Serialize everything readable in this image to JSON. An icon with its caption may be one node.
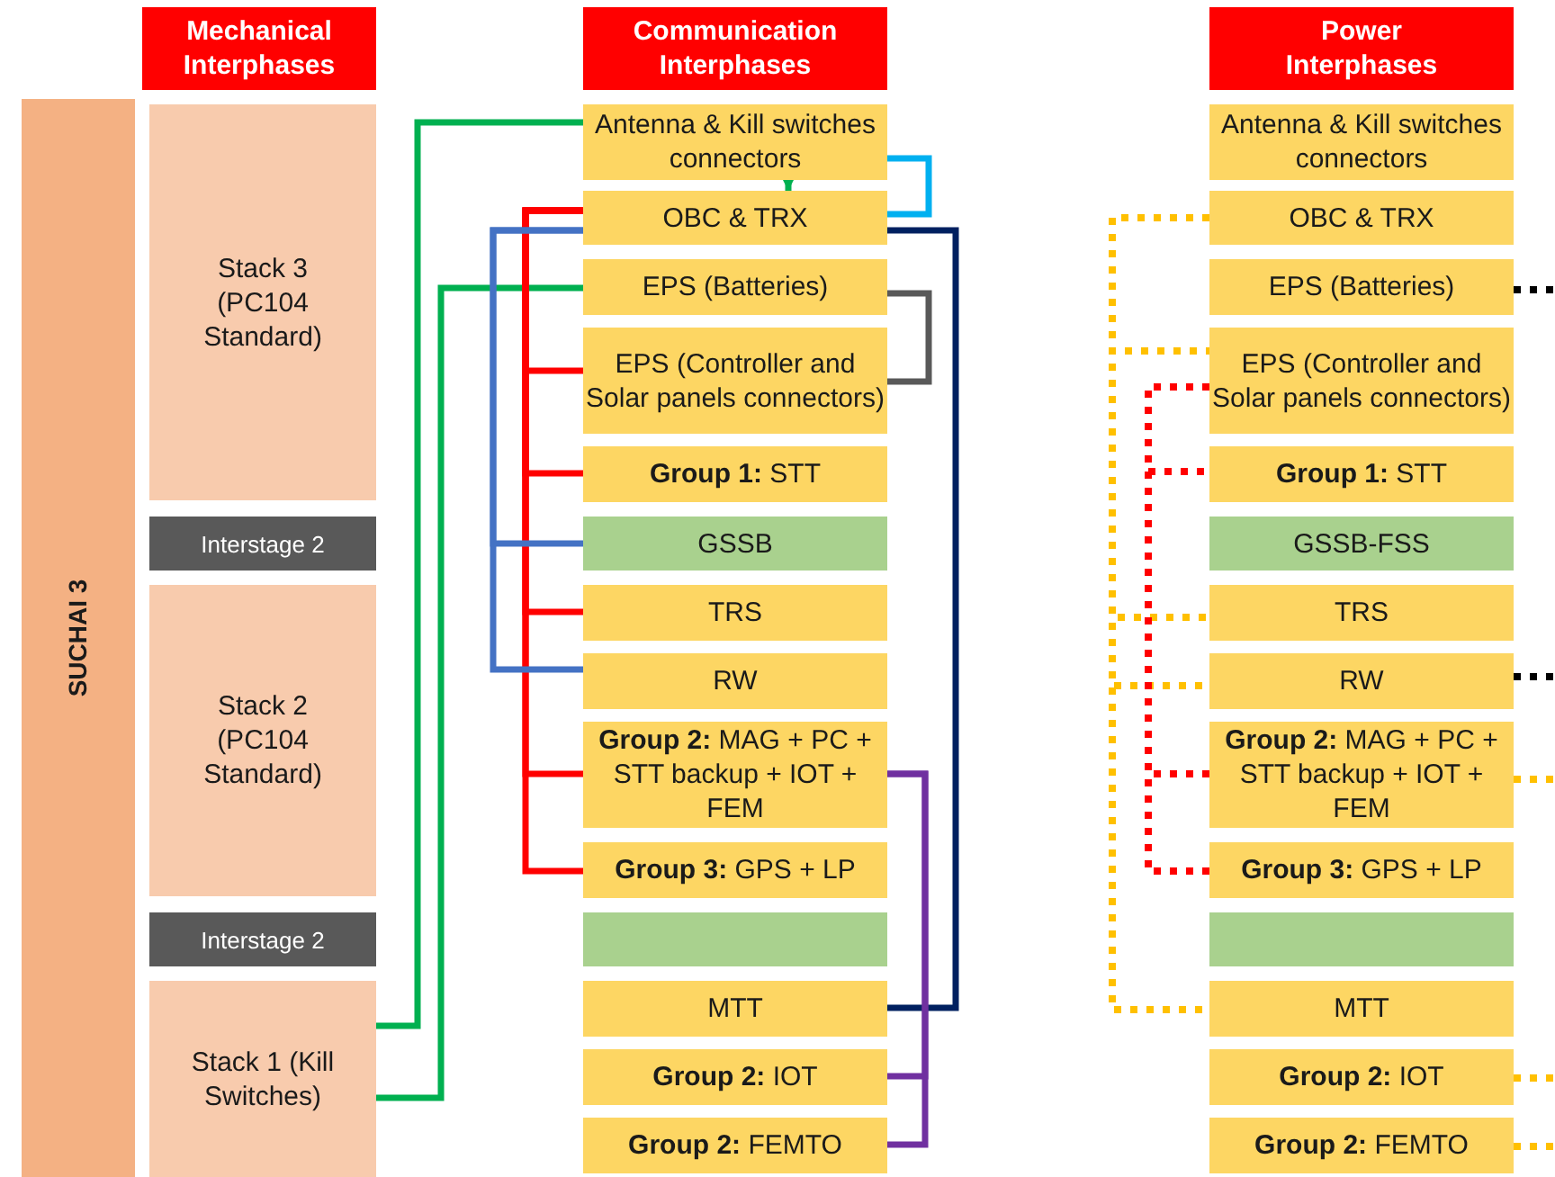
{
  "diagram": {
    "nodes": [
      {
        "text": [
          "Mechanical Interphases"
        ]
      },
      {
        "text": [
          "Communication Interphases"
        ]
      },
      {
        "text": [
          "Power Interphases"
        ]
      },
      {
        "text": [
          "SUCHAI 3"
        ]
      },
      {
        "text": [
          "Stack 3 (PC104 Standard)"
        ]
      },
      {
        "text": [
          "Interstage 2"
        ]
      },
      {
        "text": [
          "Stack 2 (PC104 Standard)"
        ]
      },
      {
        "text": [
          "Interstage 2"
        ]
      },
      {
        "text": [
          "Stack 1 (Kill Switches)"
        ]
      },
      {
        "text": [
          "Antenna & Kill switches connectors"
        ]
      },
      {
        "text": [
          "OBC & TRX"
        ]
      },
      {
        "text": [
          "EPS (Batteries)"
        ]
      },
      {
        "text": [
          "EPS (Controller and Solar panels connectors)"
        ]
      },
      {
        "text": [
          "**Group 1:** STT"
        ]
      },
      {
        "text": [
          "GSSB"
        ]
      },
      {
        "text": [
          "TRS"
        ]
      },
      {
        "text": [
          "RW"
        ]
      },
      {
        "text": [
          "**Group 2:** MAG + PC + STT backup + IOT + FEM"
        ]
      },
      {
        "text": [
          "**Group 3:** GPS + LP"
        ]
      },
      {
        "text": [],
        "shape": "bar"
      },
      {
        "text": [
          "MTT"
        ]
      },
      {
        "text": [
          "**Group 2:** IOT"
        ]
      },
      {
        "text": [
          "**Group 2:** FEMTO"
        ]
      },
      {
        "text": [
          "Antenna & Kill switches connectors"
        ]
      },
      {
        "text": [
          "OBC & TRX"
        ]
      },
      {
        "text": [
          "EPS (Batteries)"
        ]
      },
      {
        "text": [
          "EPS (Controller and Solar panels connectors)"
        ]
      },
      {
        "text": [
          "**Group 1:** STT"
        ]
      },
      {
        "text": [
          "GSSB-FSS"
        ]
      },
      {
        "text": [
          "TRS"
        ]
      },
      {
        "text": [
          "RW"
        ]
      },
      {
        "text": [
          "**Group 2:** MAG + PC + STT backup + IOT + FEM"
        ]
      },
      {
        "text": [
          "**Group 3:** GPS + LP"
        ]
      },
      {
        "text": [],
        "shape": "bar"
      },
      {
        "text": [
          "MTT"
        ]
      },
      {
        "text": [
          "**Group 2:** IOT"
        ]
      },
      {
        "text": [
          "**Group 2:** FEMTO"
        ]
      }
    ],
    "edges": [
      {
        "from": 9,
        "to": 8,
        "arrow": "none",
        "color": "#00b050"
      },
      {
        "from": 11,
        "to": 8,
        "arrow": "none",
        "color": "#00b050"
      },
      {
        "from": 9,
        "to": 10,
        "arrow": "to",
        "color": "#00b050"
      },
      {
        "from": 9,
        "to": 10,
        "arrow": "none",
        "color": "#00b0f0"
      },
      {
        "from": 10,
        "to": 12,
        "arrow": "none",
        "color": "#ff0000"
      },
      {
        "from": 10,
        "to": 13,
        "arrow": "none",
        "color": "#ff0000"
      },
      {
        "from": 10,
        "to": 15,
        "arrow": "none",
        "color": "#ff0000"
      },
      {
        "from": 10,
        "to": 17,
        "arrow": "none",
        "color": "#ff0000"
      },
      {
        "from": 10,
        "to": 18,
        "arrow": "none",
        "color": "#ff0000"
      },
      {
        "from": 10,
        "to": 14,
        "arrow": "none",
        "color": "#4472c4"
      },
      {
        "from": 10,
        "to": 16,
        "arrow": "none",
        "color": "#4472c4"
      },
      {
        "from": 11,
        "to": 12,
        "arrow": "none",
        "color": "#595959"
      },
      {
        "from": 10,
        "to": 20,
        "arrow": "none",
        "color": "#002060"
      },
      {
        "from": 17,
        "to": 21,
        "arrow": "none",
        "color": "#7030a0"
      },
      {
        "from": 17,
        "to": 22,
        "arrow": "none",
        "color": "#7030a0"
      },
      {
        "from": 24,
        "to": 26,
        "arrow": "none",
        "style": "dashed",
        "color": "#ffc000"
      },
      {
        "from": 24,
        "to": 29,
        "arrow": "none",
        "style": "dashed",
        "color": "#ffc000"
      },
      {
        "from": 24,
        "to": 30,
        "arrow": "none",
        "style": "dashed",
        "color": "#ffc000"
      },
      {
        "from": 24,
        "to": 34,
        "arrow": "none",
        "style": "dashed",
        "color": "#ffc000"
      },
      {
        "from": 26,
        "to": 27,
        "arrow": "none",
        "style": "dashed",
        "color": "#ff0000"
      },
      {
        "from": 26,
        "to": 31,
        "arrow": "none",
        "style": "dashed",
        "color": "#ff0000"
      },
      {
        "from": 26,
        "to": 32,
        "arrow": "none",
        "style": "dashed",
        "color": "#ff0000"
      },
      {
        "from": 25,
        "to": null,
        "arrow": "none",
        "style": "dashed",
        "color": "#000000"
      },
      {
        "from": 30,
        "to": null,
        "arrow": "none",
        "style": "dashed",
        "color": "#000000"
      },
      {
        "from": 31,
        "to": null,
        "arrow": "none",
        "style": "dashed",
        "color": "#ffc000"
      },
      {
        "from": 35,
        "to": null,
        "arrow": "none",
        "style": "dashed",
        "color": "#ffc000"
      },
      {
        "from": 36,
        "to": null,
        "arrow": "none",
        "style": "dashed",
        "color": "#ffc000"
      }
    ]
  }
}
